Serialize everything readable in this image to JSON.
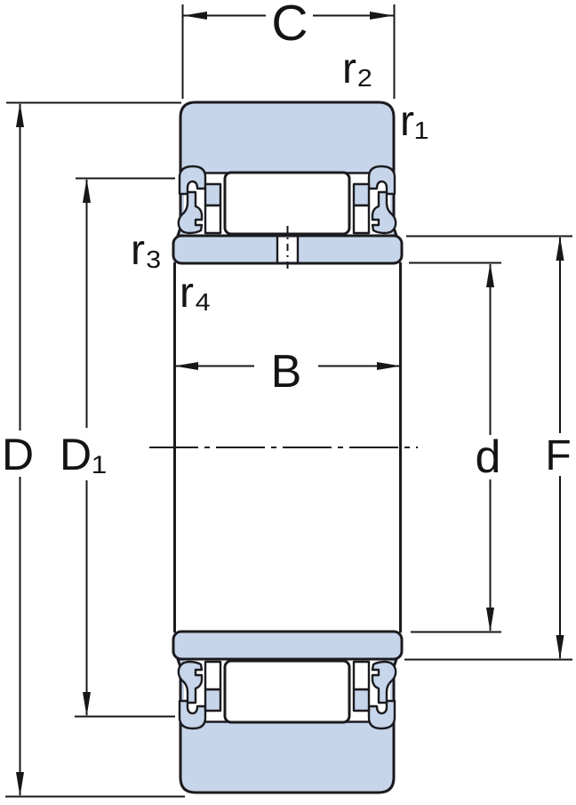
{
  "diagram": {
    "type": "bearing-cross-section-dimension-drawing",
    "labels": {
      "outer_ring_width": "C",
      "inner_ring_width": "B",
      "outside_diameter": "D",
      "rib_diameter": "D1_sub",
      "bore_diameter": "d",
      "flange_diameter": "F",
      "radius_1": "r1_sub",
      "radius_2": "r2_sub",
      "radius_3": "r3_sub",
      "radius_4": "r4_sub"
    },
    "label_text": {
      "C": "C",
      "B": "B",
      "D": "D",
      "D1": "D₁",
      "d": "d",
      "F": "F",
      "r1": "r₁",
      "r2": "r₂",
      "r3": "r₃",
      "r4": "r₄"
    },
    "colors": {
      "bearing_fill": "#c7d5ea",
      "outline": "#1b1b1f",
      "dimension_line": "#17171a",
      "text": "#141417",
      "background": "#ffffff"
    }
  }
}
